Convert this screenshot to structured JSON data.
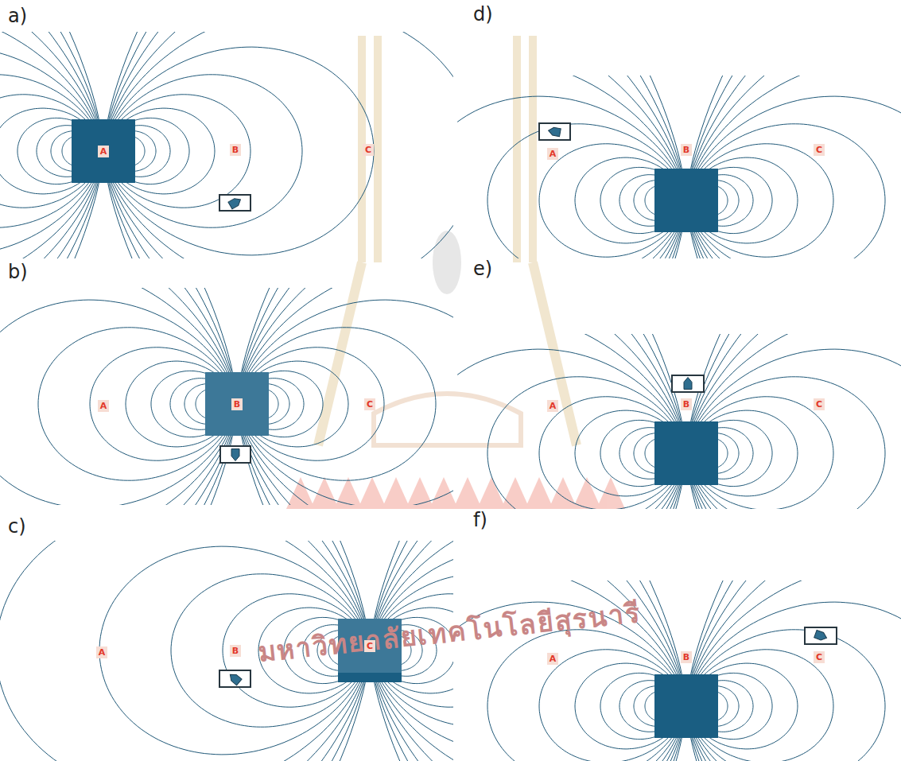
{
  "diagram": {
    "nodes": [
      {
        "text": [
          "A"
        ]
      },
      {
        "text": [
          "B"
        ]
      },
      {
        "text": [
          "C"
        ]
      }
    ],
    "labels": [
      "a)",
      "B",
      "C",
      "b)",
      "A",
      "C",
      "c)",
      "A",
      "B",
      "d)",
      "A",
      "B",
      "C",
      "e)",
      "A",
      "B",
      "C",
      "f)",
      "A",
      "B",
      "C",
      "มหาวิทยาลัยเทคโนโลยีสุรนารี"
    ]
  }
}
